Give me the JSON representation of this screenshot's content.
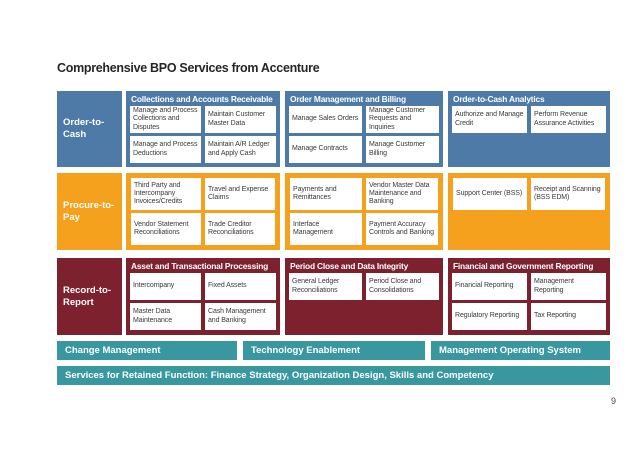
{
  "slide": {
    "title": "Comprehensive BPO Services from Accenture",
    "page_number": "9"
  },
  "colors": {
    "order_to_cash_blue": "#4e7aa8",
    "procure_to_pay_orange": "#f5a11e",
    "record_to_report_maroon": "#7d212e",
    "footer_teal": "#39989f",
    "cell_background": "#ffffff",
    "cell_text": "#3a3a3a",
    "title_text": "#262626"
  },
  "rows": [
    {
      "label": "Order-to-Cash",
      "panels": [
        {
          "header": "Collections and Accounts Receivable",
          "cells": [
            "Manage and Process Collections and Disputes",
            "Maintain Customer Master Data",
            "Manage and Process Deductions",
            "Maintain A/R Ledger and Apply Cash"
          ]
        },
        {
          "header": "Order Management and Billing",
          "cells": [
            "Manage Sales Orders",
            "Manage Customer Requests and Inquiries",
            "Manage Contracts",
            "Manage Customer Billing"
          ]
        },
        {
          "header": "Order-to-Cash Analytics",
          "cells": [
            "Authorize and Manage Credit",
            "Perform Revenue Assurance Activities"
          ]
        }
      ]
    },
    {
      "label": "Procure-to-Pay",
      "panels": [
        {
          "header": "",
          "cells": [
            "Third Party and Intercompany Invoices/Credits",
            "Travel and Expense Claims",
            "Vendor Statement Reconciliations",
            "Trade Creditor Reconciliations"
          ]
        },
        {
          "header": "",
          "cells": [
            "Payments and Remittances",
            "Vendor Master Data Maintenance and Banking",
            "Interface Management",
            "Payment Accuracy Controls and Banking"
          ]
        },
        {
          "header": "",
          "cells": [
            "Support Center (BSS)",
            "Receipt and Scanning (BSS EDM)"
          ]
        }
      ]
    },
    {
      "label": "Record-to-Report",
      "panels": [
        {
          "header": "Asset and Transactional Processing",
          "cells": [
            "Intercompany",
            "Fixed Assets",
            "Master Data Maintenance",
            "Cash Management and Banking"
          ]
        },
        {
          "header": "Period Close and Data Integrity",
          "cells": [
            "General Ledger Reconciliations",
            "Period Close and Consolidations"
          ]
        },
        {
          "header": "Financial and Government Reporting",
          "cells": [
            "Financial Reporting",
            "Management Reporting",
            "Regulatory Reporting",
            "Tax Reporting"
          ]
        }
      ]
    }
  ],
  "footer": {
    "bars": [
      "Change Management",
      "Technology Enablement",
      "Management Operating System"
    ],
    "retained_function": "Services for Retained Function: Finance Strategy, Organization Design, Skills and Competency"
  }
}
